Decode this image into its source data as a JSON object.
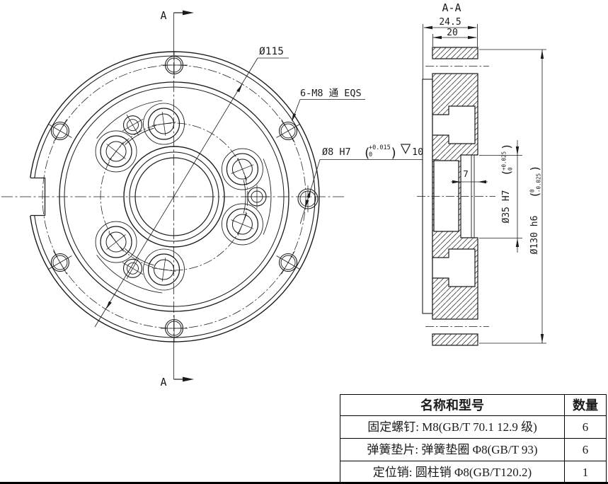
{
  "window": {
    "bg": "#ffffff",
    "ink": "#1b1b1b"
  },
  "front_view": {
    "section_arrow_top_label": "A",
    "section_arrow_bottom_label": "A",
    "dim_bolt_circle": "Ø115",
    "callout_thread": "6-M8 通 EQS",
    "callout_pin": {
      "main": "Ø8 H7",
      "tol_open": "(",
      "tol_upper": "+0.015",
      "tol_lower": "0",
      "tol_close": ")",
      "depth_value": "10"
    }
  },
  "section_view": {
    "title": "A-A",
    "dim_width_overall": "24.5",
    "dim_width_inner": "20",
    "dim_step": "7",
    "dim_bore": {
      "main": "Ø35 H7",
      "tol_open": "(",
      "tol_upper": "+0.025",
      "tol_lower": "0",
      "tol_close": ")"
    },
    "dim_od": {
      "main": "Ø130 h6",
      "tol_open": "(",
      "tol_upper": "0",
      "tol_lower": "-0.025",
      "tol_close": ")"
    }
  },
  "parts_table": {
    "header": {
      "name": "名称和型号",
      "qty": "数量"
    },
    "rows": [
      {
        "name": "固定螺钉: M8(GB/T 70.1 12.9 级)",
        "qty": "6"
      },
      {
        "name": "弹簧垫片: 弹簧垫圈 Φ8(GB/T 93)",
        "qty": "6"
      },
      {
        "name": "定位销: 圆柱销 Φ8(GB/T120.2)",
        "qty": "1"
      }
    ]
  }
}
